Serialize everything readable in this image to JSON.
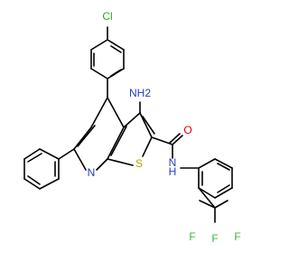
{
  "molecule": {
    "atoms": {
      "cl": "Cl",
      "nh2": "NH2",
      "o": "O",
      "s": "S",
      "n_ring": "N",
      "nh_amide": "N",
      "h_amide": "H",
      "f1": "F",
      "f2": "F",
      "f3": "F"
    },
    "colors": {
      "cl": "#22aa22",
      "n": "#1f3fbf",
      "o": "#e00000",
      "s": "#b8a200",
      "f": "#33bb33",
      "bond": "#000000"
    }
  }
}
